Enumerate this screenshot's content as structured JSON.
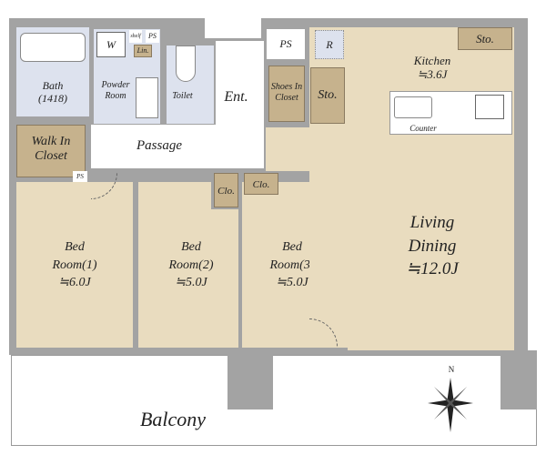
{
  "rooms": {
    "bath": "Bath",
    "bath_size": "(1418)",
    "w": "W",
    "shelf": "shelf",
    "ps1": "PS",
    "lin": "Lin.",
    "powder": "Powder",
    "powder2": "Room",
    "toilet": "Toilet",
    "ent": "Ent.",
    "passage": "Passage",
    "wic1": "Walk In",
    "wic2": "Closet",
    "ps2": "PS",
    "ps3": "PS",
    "r": "R",
    "shoes1": "Shoes In",
    "shoes2": "Closet",
    "sto1": "Sto.",
    "sto2": "Sto.",
    "kitchen": "Kitchen",
    "kitchen_size": "≒3.6J",
    "counter": "Counter",
    "living1": "Living",
    "living2": "Dining",
    "living_size": "≒12.0J",
    "bed1a": "Bed",
    "bed1b": "Room(1)",
    "bed1_size": "≒6.0J",
    "bed2a": "Bed",
    "bed2b": "Room(2)",
    "bed2_size": "≒5.0J",
    "bed3a": "Bed",
    "bed3b": "Room(3)",
    "bed3_size": "≒5.0J",
    "clo1": "Clo.",
    "clo2": "Clo.",
    "balcony": "Balcony",
    "north": "N"
  },
  "colors": {
    "wall": "#a3a3a3",
    "room": "#e9dcbf",
    "closet": "#c6b28d",
    "wet": "#dde2ee"
  }
}
